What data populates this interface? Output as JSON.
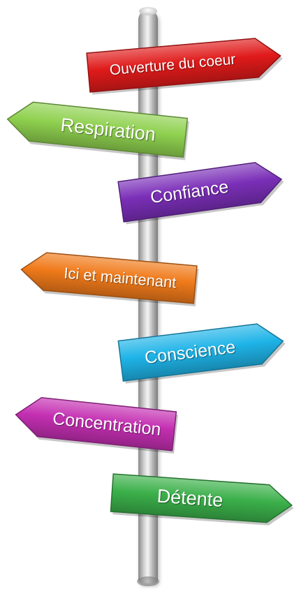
{
  "signs": [
    {
      "text": "Ouverture du coeur",
      "color": "#e01a1a",
      "direction": "right"
    },
    {
      "text": "Respiration",
      "color": "#8fd14f",
      "direction": "left"
    },
    {
      "text": "Confiance",
      "color": "#7b2fb8",
      "direction": "right"
    },
    {
      "text": "Ici et maintenant",
      "color": "#f07a1a",
      "direction": "left"
    },
    {
      "text": "Conscience",
      "color": "#1fb4e8",
      "direction": "right"
    },
    {
      "text": "Concentration",
      "color": "#c42fb2",
      "direction": "left"
    },
    {
      "text": "Détente",
      "color": "#3bb04a",
      "direction": "right"
    }
  ]
}
